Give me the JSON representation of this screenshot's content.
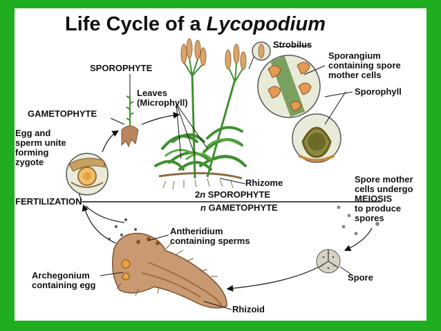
{
  "title": {
    "main": "Life Cycle of a ",
    "genus": "Lycopodium"
  },
  "labels": {
    "sporophyte": "SPOROPHYTE",
    "gametophyte": "GAMETOPHYTE",
    "leaves_line1": "Leaves",
    "leaves_line2": "(Microphyll)",
    "strobilus": "Strobilus",
    "sporangium_line1": "Sporangium",
    "sporangium_line2": "containing spore",
    "sporangium_line3": "mother cells",
    "sporophyll": "Sporophyll",
    "egg_line1": "Egg and",
    "egg_line2": "sperm unite",
    "egg_line3": "forming",
    "egg_line4": "zygote",
    "rhizome": "Rhizome",
    "two_n_prefix": "2",
    "two_n_italic": "n",
    "two_n_suffix": " SPOROPHYTE",
    "n_italic": "n",
    "n_suffix": " GAMETOPHYTE",
    "fertilization": "FERTILIZATION",
    "spore_mother_line1": "Spore mother",
    "spore_mother_line2": "cells undergo",
    "spore_mother_line3": "MEIOSIS",
    "spore_mother_line4": "to produce",
    "spore_mother_line5": "spores",
    "antheridium_line1": "Antheridium",
    "antheridium_line2": "containing sperms",
    "archegonium_line1": "Archegonium",
    "archegonium_line2": "containing egg",
    "spore": "Spore",
    "rhizoid": "Rhizoid"
  },
  "colors": {
    "frame": "#1fae1f",
    "plant_green": "#3f8f2f",
    "strobilus_tan": "#d9a46b",
    "gametophyte_brown": "#b9865e",
    "circle_fill": "#e9ebd9"
  }
}
